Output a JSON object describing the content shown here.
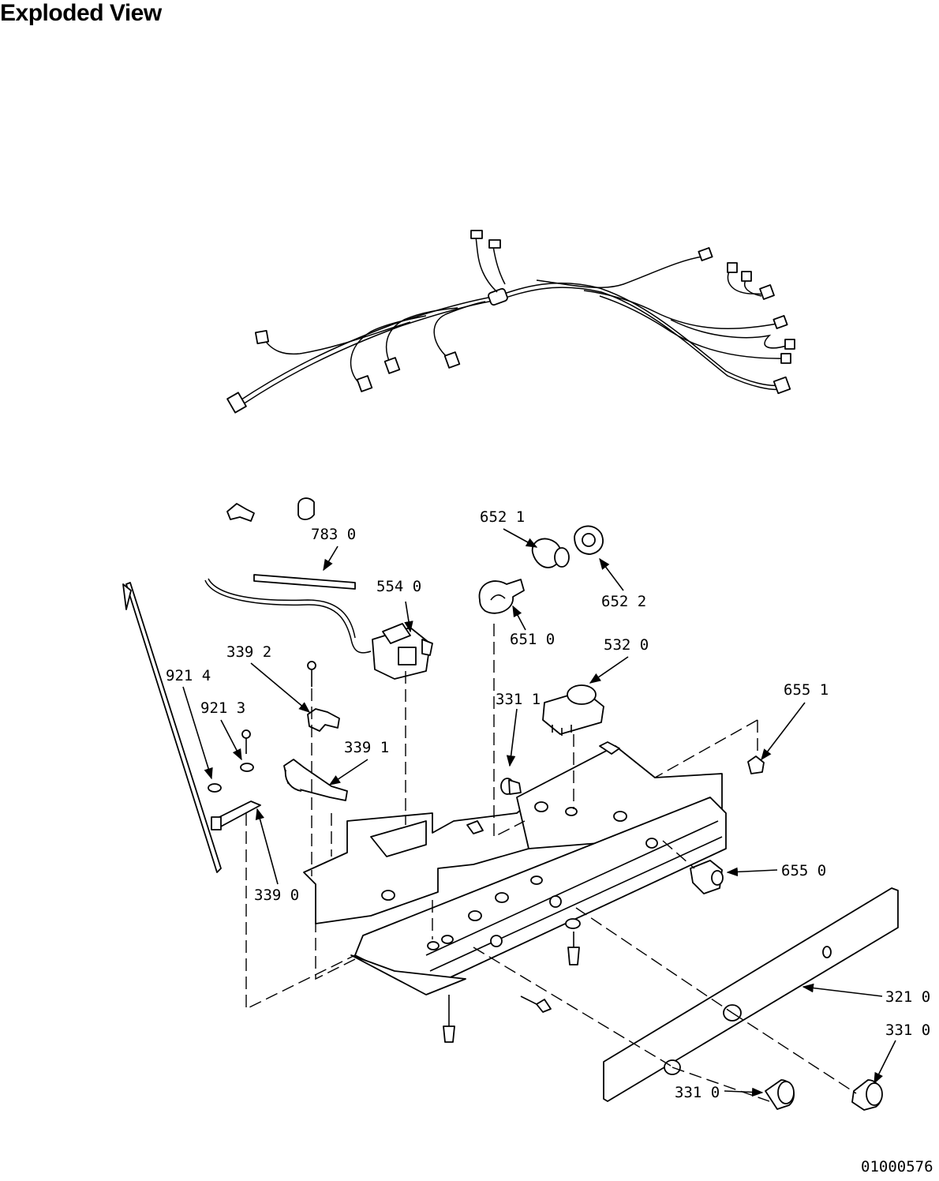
{
  "title": "Exploded View",
  "document_id": "01000576",
  "labels": [
    {
      "key": "l7830",
      "text": "783 0"
    },
    {
      "key": "l6521",
      "text": "652 1"
    },
    {
      "key": "l6522",
      "text": "652 2"
    },
    {
      "key": "l5540",
      "text": "554 0"
    },
    {
      "key": "l6510",
      "text": "651 0"
    },
    {
      "key": "l5320",
      "text": "532 0"
    },
    {
      "key": "l3392",
      "text": "339 2"
    },
    {
      "key": "l9214",
      "text": "921 4"
    },
    {
      "key": "l9213",
      "text": "921 3"
    },
    {
      "key": "l3391",
      "text": "339 1"
    },
    {
      "key": "l3311",
      "text": "331 1"
    },
    {
      "key": "l6551",
      "text": "655 1"
    },
    {
      "key": "l6550",
      "text": "655 0"
    },
    {
      "key": "l3390",
      "text": "339 0"
    },
    {
      "key": "l3210",
      "text": "321 0"
    },
    {
      "key": "l3310a",
      "text": "331 0"
    },
    {
      "key": "l3310b",
      "text": "331 0"
    }
  ]
}
